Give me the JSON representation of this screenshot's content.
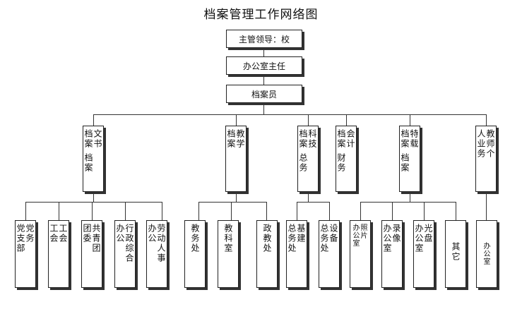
{
  "title": "档案管理工作网络图",
  "top": {
    "leader": "主管领导：校",
    "office_director": "办公室主任",
    "archivist": "档案员"
  },
  "categories": [
    {
      "c1": "文书",
      "c2": "档案 档案"
    },
    {
      "c1": "教学",
      "c2": "档案"
    },
    {
      "c1": "科技",
      "c2": "档案 总务"
    },
    {
      "c1": "会计",
      "c2": "档案 财务"
    },
    {
      "c1": "特载",
      "c2": "档案 档案"
    },
    {
      "c1": "教师个",
      "c2": "人业务"
    }
  ],
  "depts": [
    {
      "c1": "党务",
      "c2": "党支部"
    },
    {
      "c1": "工会",
      "c2": "工会"
    },
    {
      "c1": "共青团",
      "c2": "团委"
    },
    {
      "c1": "行政综合",
      "c2": "办公"
    },
    {
      "c1": "劳动人事",
      "c2": "办公"
    },
    {
      "c1": "教务处",
      "c2": ""
    },
    {
      "c1": "教科室",
      "c2": ""
    },
    {
      "c1": "政教处",
      "c2": ""
    },
    {
      "c1": "基建",
      "c2": "总务处"
    },
    {
      "c1": "设备",
      "c2": "总务处"
    },
    {
      "c1": "照片",
      "c2": "办公室"
    },
    {
      "c1": "录像",
      "c2": "办公室"
    },
    {
      "c1": "光盘",
      "c2": "办公室"
    },
    {
      "c1": "其它",
      "c2": ""
    },
    {
      "c1": "办公室",
      "c2": ""
    }
  ]
}
